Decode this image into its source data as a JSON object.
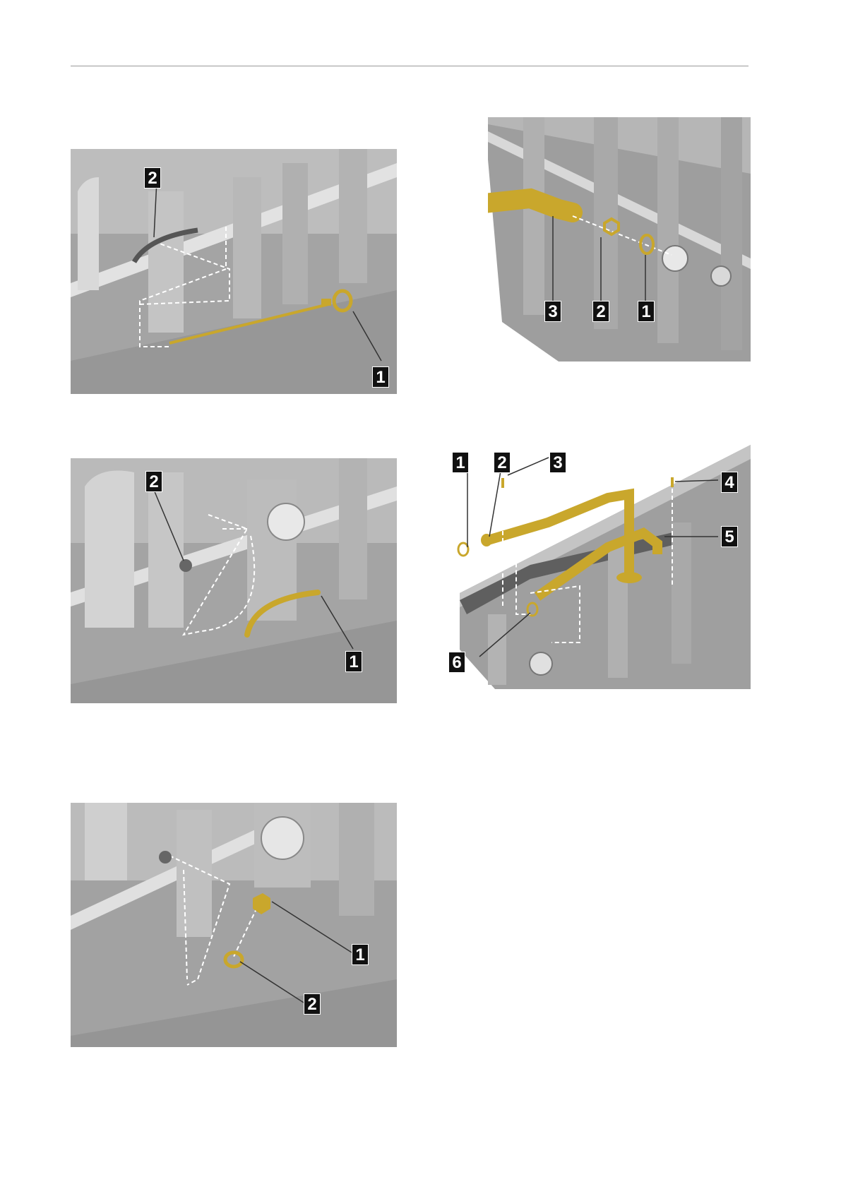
{
  "figures": [
    {
      "id": "fig1",
      "callouts": [
        "2",
        "1"
      ]
    },
    {
      "id": "fig2",
      "callouts": [
        "3",
        "2",
        "1"
      ]
    },
    {
      "id": "fig3",
      "callouts": [
        "2",
        "1"
      ]
    },
    {
      "id": "fig4",
      "callouts": [
        "1",
        "2",
        "3",
        "4",
        "5",
        "6"
      ]
    },
    {
      "id": "fig5",
      "callouts": [
        "1",
        "2"
      ]
    }
  ],
  "colors": {
    "pan": "#a6a6a6",
    "pan_light": "#d8d8d8",
    "part": "#c9a72c",
    "callout_bg": "#111111"
  }
}
